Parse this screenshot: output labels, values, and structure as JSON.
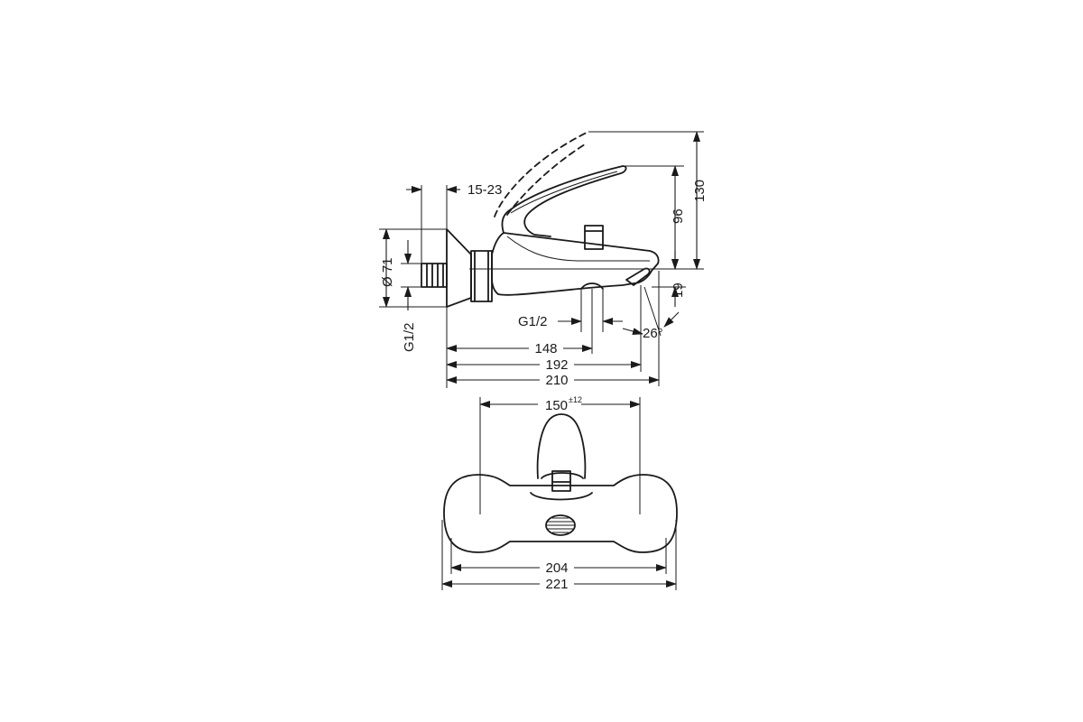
{
  "side_view": {
    "dimensions": {
      "wall_gap": "15-23",
      "rosette_diameter": "Ø 71",
      "connection_thread": "G1/2",
      "lever_height": "96",
      "total_height": "130",
      "spout_drop": "19",
      "outlet_thread": "G1/2",
      "spout_angle": "26°",
      "outlet_projection": "148",
      "spout_projection": "192",
      "total_projection": "210"
    }
  },
  "front_view": {
    "dimensions": {
      "center_distance": "150",
      "center_tolerance": "±12",
      "body_width": "204",
      "total_width": "221"
    }
  }
}
